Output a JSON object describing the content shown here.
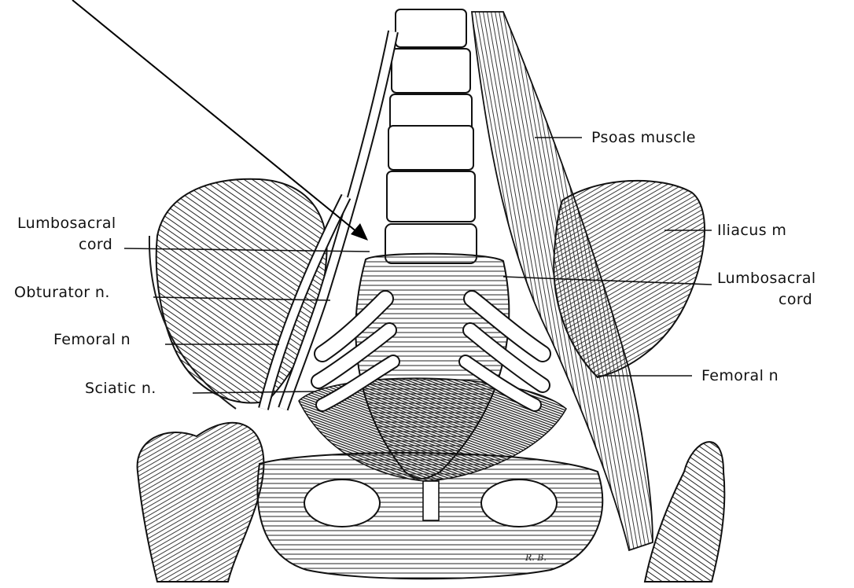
{
  "labels": {
    "lumbosacral_cord_left_line1": "Lumbosacral",
    "lumbosacral_cord_left_line2": "cord",
    "obturator_n": "Obturator n.",
    "femoral_n_left": "Femoral n",
    "sciatic_n": "Sciatic n.",
    "psoas_muscle": "Psoas muscle",
    "iliacus_m": "Iliacus m",
    "lumbosacral_cord_right_line1": "Lumbosacral",
    "lumbosacral_cord_right_line2": "cord",
    "femoral_n_right": "Femoral n",
    "artist_signature": "R. B."
  },
  "colors": {
    "ink": "#111111",
    "background": "#ffffff",
    "shade": "#3a3a3a"
  }
}
